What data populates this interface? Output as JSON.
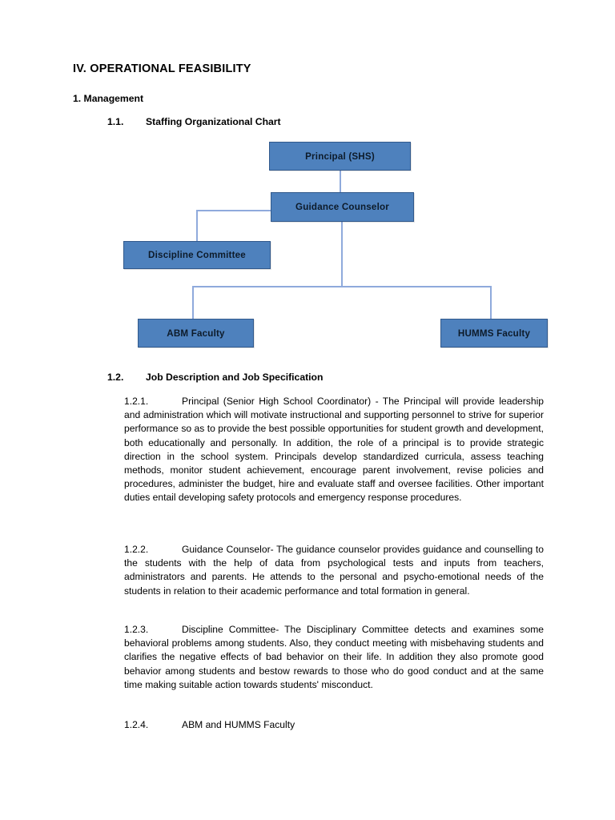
{
  "document": {
    "section_title": "IV. OPERATIONAL FEASIBILITY",
    "subsection_title": "1. Management",
    "headings": [
      {
        "number": "1.1.",
        "label": "Staffing Organizational Chart"
      },
      {
        "number": "1.2.",
        "label": "Job Description and Job Specification"
      }
    ],
    "org_chart": {
      "node_fill_color": "#4e81bd",
      "node_border_color": "#31598c",
      "connector_color": "#8faadc",
      "nodes": [
        {
          "id": "principal",
          "label": "Principal (SHS)"
        },
        {
          "id": "guidance",
          "label": "Guidance Counselor"
        },
        {
          "id": "discipline",
          "label": "Discipline Committee"
        },
        {
          "id": "abm",
          "label": "ABM Faculty"
        },
        {
          "id": "humms",
          "label": "HUMMS Faculty"
        }
      ]
    },
    "paragraphs": [
      {
        "number": "1.2.1.",
        "text": "Principal (Senior High School Coordinator) - The Principal will provide leadership and administration which will motivate instructional and supporting personnel to strive for superior performance so as to provide the best possible opportunities for student growth and development, both educationally and personally. In addition, the role of a principal is to provide strategic direction in the school system. Principals develop standardized curricula, assess teaching methods, monitor student achievement, encourage parent involvement, revise policies and procedures, administer the budget, hire and evaluate staff and oversee facilities. Other important duties entail developing safety protocols and emergency response procedures."
      },
      {
        "number": "1.2.2.",
        "text": "Guidance Counselor- The guidance counselor provides guidance and counselling to the students with the help of data from psychological tests and inputs from teachers, administrators and parents. He attends to the personal and psycho-emotional needs of the students in relation to their academic performance and total formation in general."
      },
      {
        "number": "1.2.3.",
        "text": "Discipline Committee- The Disciplinary Committee detects and examines some behavioral problems among students. Also, they conduct meeting with misbehaving students and clarifies the negative effects of bad behavior on their life. In addition they also promote good behavior among students and bestow rewards to those who do good conduct and at the same time making suitable action towards students' misconduct."
      },
      {
        "number": "1.2.4.",
        "text": "ABM and HUMMS Faculty"
      }
    ]
  }
}
